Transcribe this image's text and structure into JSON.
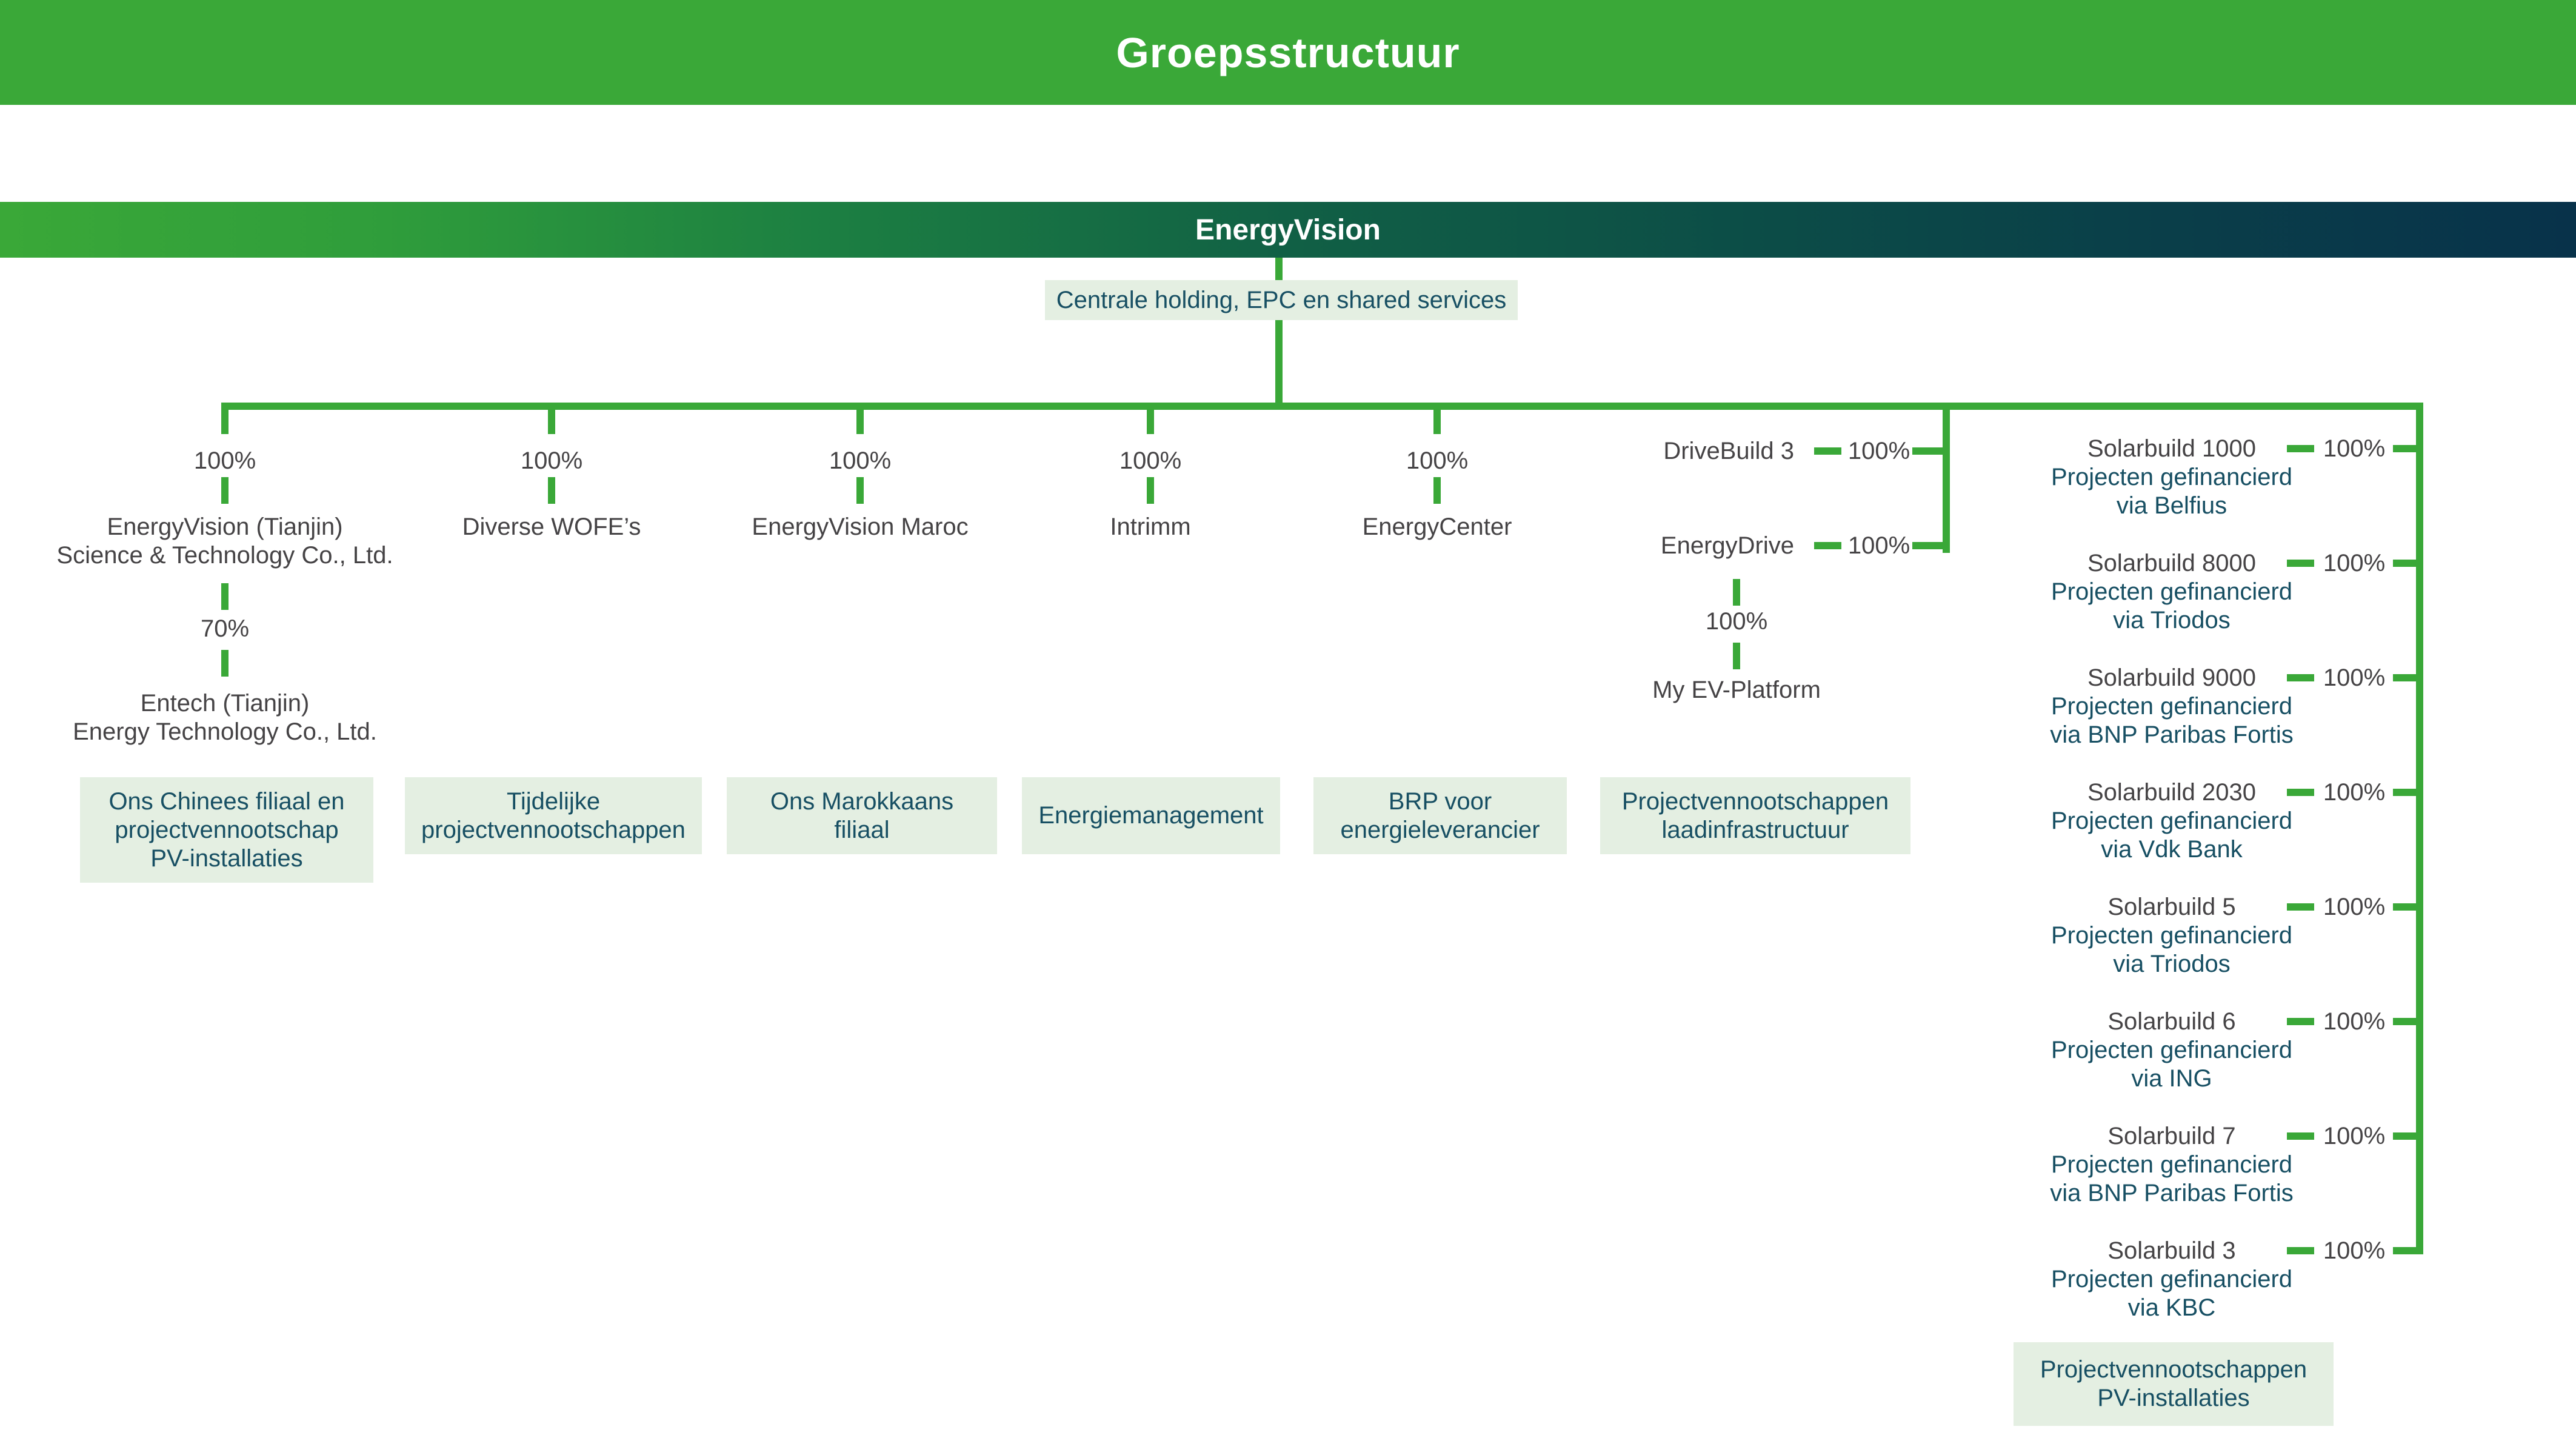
{
  "title": "Groepsstructuur",
  "root": {
    "name": "EnergyVision",
    "subtitle": "Centrale holding, EPC en shared services"
  },
  "columns": [
    {
      "percent": "100%",
      "name_lines": [
        "EnergyVision (Tianjin)",
        "Science & Technology Co., Ltd."
      ],
      "child": {
        "percent": "70%",
        "name_lines": [
          "Entech (Tianjin)",
          "Energy Technology Co., Ltd."
        ]
      },
      "box_lines": [
        "Ons Chinees filiaal en",
        "projectvennootschap",
        "PV-installaties"
      ]
    },
    {
      "percent": "100%",
      "name_lines": [
        "Diverse WOFE’s"
      ],
      "box_lines": [
        "Tijdelijke",
        "projectvennootschappen"
      ]
    },
    {
      "percent": "100%",
      "name_lines": [
        "EnergyVision Maroc"
      ],
      "box_lines": [
        "Ons Marokkaans",
        "filiaal"
      ]
    },
    {
      "percent": "100%",
      "name_lines": [
        "Intrimm"
      ],
      "box_lines": [
        "Energiemanagement"
      ]
    },
    {
      "percent": "100%",
      "name_lines": [
        "EnergyCenter"
      ],
      "box_lines": [
        "BRP voor",
        "energieleverancier"
      ]
    }
  ],
  "ev_branch": {
    "rows": [
      {
        "name": "DriveBuild 3",
        "percent": "100%"
      },
      {
        "name": "EnergyDrive",
        "percent": "100%"
      }
    ],
    "chain": {
      "percent": "100%",
      "name": "My EV-Platform"
    },
    "box_lines": [
      "Projectvennootschappen",
      "laadinfrastructuur"
    ]
  },
  "solar": {
    "rows": [
      {
        "name": "Solarbuild 1000",
        "line2": "Projecten gefinancierd",
        "line3": "via Belfius",
        "percent": "100%"
      },
      {
        "name": "Solarbuild 8000",
        "line2": "Projecten gefinancierd",
        "line3": "via Triodos",
        "percent": "100%"
      },
      {
        "name": "Solarbuild 9000",
        "line2": "Projecten gefinancierd",
        "line3": "via BNP Paribas Fortis",
        "percent": "100%"
      },
      {
        "name": "Solarbuild 2030",
        "line2": "Projecten gefinancierd",
        "line3": "via Vdk Bank",
        "percent": "100%"
      },
      {
        "name": "Solarbuild 5",
        "line2": "Projecten gefinancierd",
        "line3": "via Triodos",
        "percent": "100%"
      },
      {
        "name": "Solarbuild 6",
        "line2": "Projecten gefinancierd",
        "line3": "via ING",
        "percent": "100%"
      },
      {
        "name": "Solarbuild 7",
        "line2": "Projecten gefinancierd",
        "line3": "via BNP Paribas Fortis",
        "percent": "100%"
      },
      {
        "name": "Solarbuild 3",
        "line2": "Projecten gefinancierd",
        "line3": "via KBC",
        "percent": "100%"
      }
    ],
    "box_lines": [
      "Projectvennootschappen",
      "PV-installaties"
    ]
  },
  "colors": {
    "accent_green": "#3aa838",
    "gradient_start": "#3aa838",
    "gradient_end": "#08324a",
    "box_background": "#e4efe2",
    "teal_text": "#174f63",
    "gray_text": "#454345",
    "banner_text": "#ffffff"
  }
}
